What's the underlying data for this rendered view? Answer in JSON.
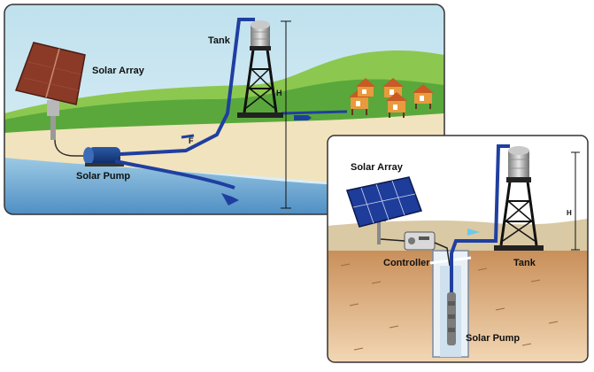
{
  "panel1": {
    "label_solar_array": "Solar Array",
    "label_tank": "Tank",
    "label_solar_pump": "Solar Pump",
    "label_height": "H",
    "label_flow": "F"
  },
  "panel2": {
    "label_solar_array": "Solar Array",
    "label_controller": "Controller",
    "label_tank": "Tank",
    "label_solar_pump": "Solar Pump",
    "label_height": "H"
  },
  "colors": {
    "sky": "#c4e4ef",
    "hill": "#5aa83c",
    "sand": "#f1e3bd",
    "water": "#6fb0da",
    "pipe": "#1f3fa0",
    "soil": "#d9a878",
    "panel_brown": "#8b3a28",
    "panel_blue": "#1e3c9a",
    "house_roof": "#c85a25"
  }
}
